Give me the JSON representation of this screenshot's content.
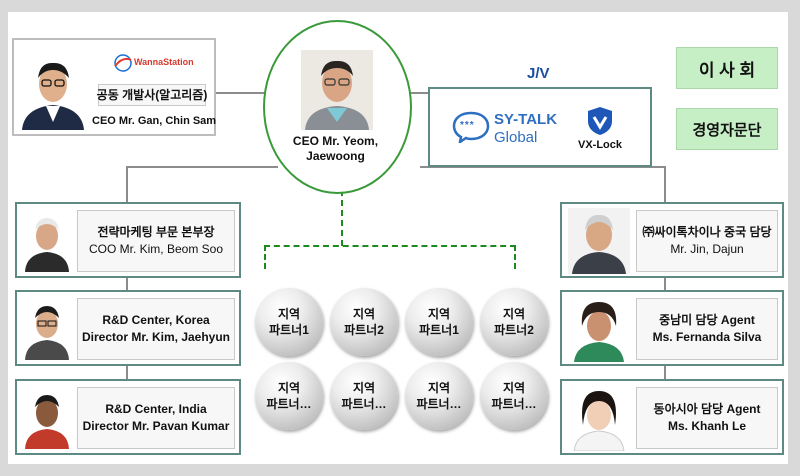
{
  "ceo": {
    "name_line1": "CEO Mr. Yeom,",
    "name_line2": "Jaewoong"
  },
  "dev_partner": {
    "logo_text": "WannaStation",
    "role": "공동 개발사(알고리즘)",
    "name": "CEO Mr. Gan, Chin Sam"
  },
  "jv": {
    "label": "J/V",
    "sytalk_line1": "SY-TALK",
    "sytalk_line2": "Global",
    "sytalk_badge": "***",
    "vxlock": "VX-Lock"
  },
  "board": {
    "label": "이 사 회"
  },
  "advisory": {
    "label": "경영자문단"
  },
  "left_staff": [
    {
      "line1": "전략마케팅 부문 본부장",
      "line2": "COO Mr. Kim, Beom Soo"
    },
    {
      "line1": "R&D Center, Korea",
      "line2": "Director Mr. Kim, Jaehyun"
    },
    {
      "line1": "R&D Center, India",
      "line2": "Director Mr. Pavan Kumar"
    }
  ],
  "right_staff": [
    {
      "line1": "㈜싸이톡차이나 중국 담당",
      "line2": "Mr. Jin, Dajun"
    },
    {
      "line1": "중남미 담당 Agent",
      "line2": "Ms. Fernanda Silva"
    },
    {
      "line1": "동아시아 담당 Agent",
      "line2": "Ms. Khanh Le"
    }
  ],
  "partners": [
    {
      "line1": "지역",
      "line2": "파트너1"
    },
    {
      "line1": "지역",
      "line2": "파트너2"
    },
    {
      "line1": "지역",
      "line2": "파트너1"
    },
    {
      "line1": "지역",
      "line2": "파트너2"
    },
    {
      "line1": "지역",
      "line2": "파트너…"
    },
    {
      "line1": "지역",
      "line2": "파트너…"
    },
    {
      "line1": "지역",
      "line2": "파트너…"
    },
    {
      "line1": "지역",
      "line2": "파트너…"
    }
  ],
  "colors": {
    "box_border": "#5e8a84",
    "dashed_connector": "#1e8a1e",
    "green_label": "#c6efc6",
    "jv_label": "#1a4fa0"
  }
}
